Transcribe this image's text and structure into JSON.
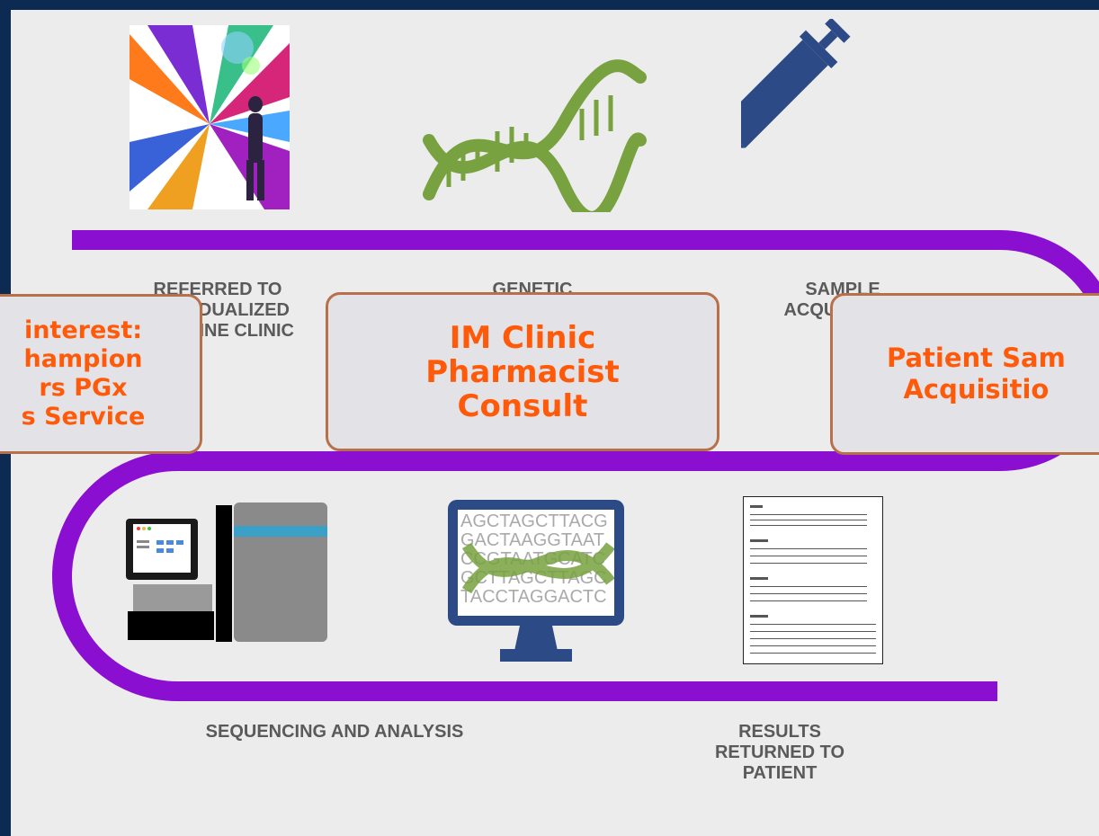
{
  "steps": {
    "referred": "REFERRED TO\nINDIVIDUALIZED\nMEDICINE CLINIC",
    "genetic": "GENETIC",
    "sample": "SAMPLE\nACQUISITION",
    "sequencing": "SEQUENCING AND ANALYSIS",
    "results": "RESULTS\nRETURNED TO\nPATIENT"
  },
  "callouts": {
    "left": "interest:\nhampion\nrs PGx\ns Service",
    "middle": "IM Clinic\nPharmacist\nConsult",
    "right": "Patient Sam\nAcquisitio"
  },
  "monitor": {
    "sequence_lines": [
      "AGCTAGCTTACG",
      "GACTAAGGTAAT",
      "CCGTAATGCATC",
      "GCTTAGCTTAGC",
      "TACCTAGGACTC"
    ]
  },
  "colors": {
    "background": "#0d2a52",
    "panel": "#ececec",
    "timeline": "#8b0fd0",
    "callout_text": "#ff5a0a",
    "callout_border": "#b8704a",
    "dna_green": "#77a23f",
    "syringe_blue": "#2c4a86"
  }
}
